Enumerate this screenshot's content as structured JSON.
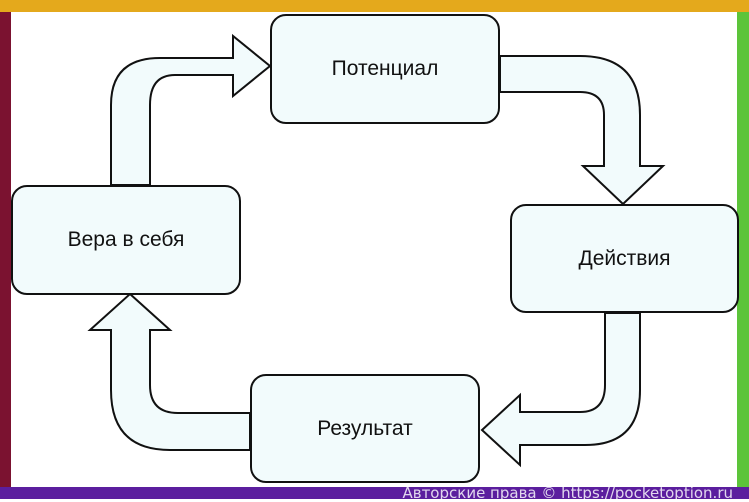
{
  "colors": {
    "frame_top": "#e4a91c",
    "frame_left": "#7b1230",
    "frame_right": "#5cc43a",
    "frame_bottom": "#5b1e9e",
    "node_fill": "#f2fbfc",
    "arrow_fill": "#f2fbfc",
    "stroke": "#111111"
  },
  "nodes": {
    "potential": "Потенциал",
    "actions": "Действия",
    "result": "Результат",
    "self_belief": "Вера в себя"
  },
  "watermark": "Авторские права © https://pocketoption.ru"
}
